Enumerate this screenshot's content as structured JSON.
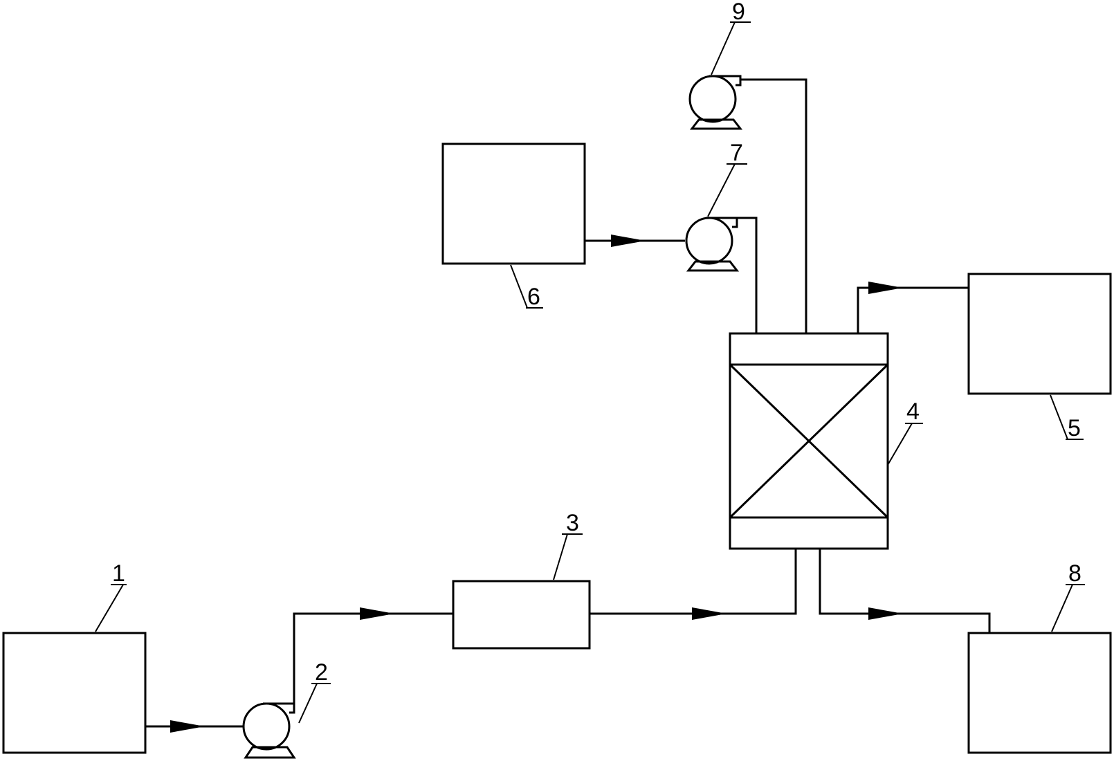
{
  "labels": {
    "l1": "1",
    "l2": "2",
    "l3": "3",
    "l4": "4",
    "l5": "5",
    "l6": "6",
    "l7": "7",
    "l8": "8",
    "l9": "9"
  },
  "colors": {
    "stroke": "#000000",
    "background": "#ffffff"
  },
  "icons": [
    "pump-icon",
    "flow-arrow-icon"
  ]
}
